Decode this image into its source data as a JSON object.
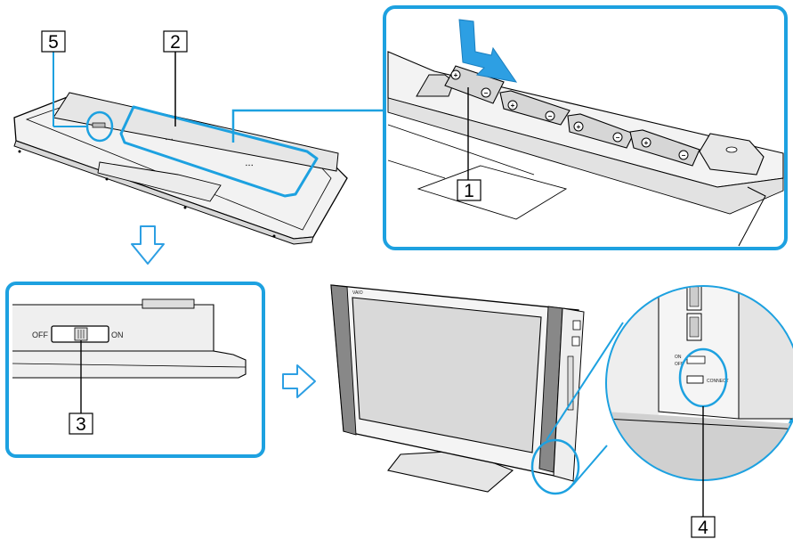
{
  "callouts": {
    "c1": "1",
    "c2": "2",
    "c3": "3",
    "c4": "4",
    "c5": "5"
  },
  "switch": {
    "off_label": "OFF",
    "on_label": "ON"
  },
  "monitor": {
    "brand_label": "VAIO",
    "connect_label": "CONNECT",
    "on_label": "ON",
    "off_label": "OFF"
  },
  "colors": {
    "accent": "#1da1e0",
    "arrow": "#2d9fe3",
    "line": "#000000"
  },
  "icons": [
    "down-arrow-icon",
    "right-arrow-icon",
    "insert-arrow-icon",
    "battery-icon"
  ]
}
